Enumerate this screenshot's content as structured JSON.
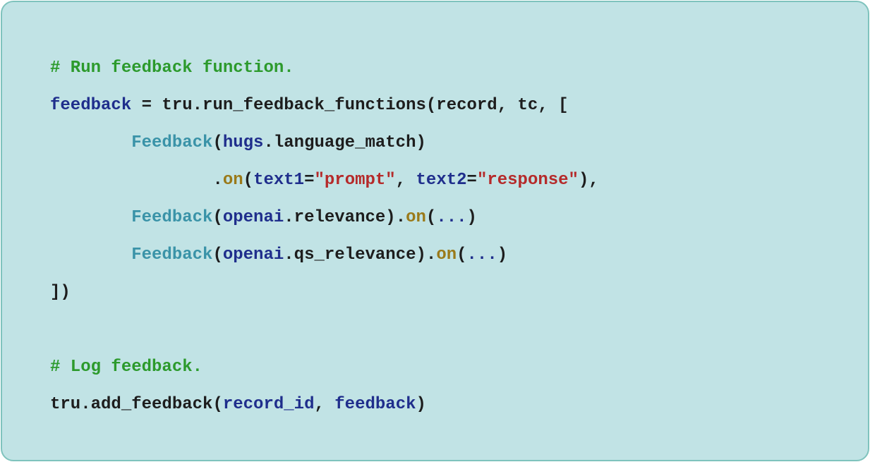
{
  "colors": {
    "panel_background": "#c1e3e5",
    "panel_border": "#7fc3bd",
    "comment": "#2c9a2c",
    "plain": "#1d1d1d",
    "variable": "#1f2e8c",
    "class": "#3a93a8",
    "string": "#b52a2a",
    "method": "#9a7a1a"
  },
  "code": {
    "lines": [
      {
        "tokens": [
          {
            "type": "comment",
            "text": "# Run feedback function."
          }
        ]
      },
      {
        "tokens": [
          {
            "type": "var",
            "text": "feedback"
          },
          {
            "type": "plain",
            "text": " = tru.run_feedback_functions(record, tc, ["
          }
        ]
      },
      {
        "tokens": [
          {
            "type": "plain",
            "text": "        "
          },
          {
            "type": "class",
            "text": "Feedback"
          },
          {
            "type": "plain",
            "text": "("
          },
          {
            "type": "var",
            "text": "hugs"
          },
          {
            "type": "plain",
            "text": ".language_match)"
          }
        ]
      },
      {
        "tokens": [
          {
            "type": "plain",
            "text": "                ."
          },
          {
            "type": "method",
            "text": "on"
          },
          {
            "type": "plain",
            "text": "("
          },
          {
            "type": "var",
            "text": "text1"
          },
          {
            "type": "plain",
            "text": "="
          },
          {
            "type": "string",
            "text": "\"prompt\""
          },
          {
            "type": "plain",
            "text": ", "
          },
          {
            "type": "var",
            "text": "text2"
          },
          {
            "type": "plain",
            "text": "="
          },
          {
            "type": "string",
            "text": "\"response\""
          },
          {
            "type": "plain",
            "text": "),"
          }
        ]
      },
      {
        "tokens": [
          {
            "type": "plain",
            "text": "        "
          },
          {
            "type": "class",
            "text": "Feedback"
          },
          {
            "type": "plain",
            "text": "("
          },
          {
            "type": "var",
            "text": "openai"
          },
          {
            "type": "plain",
            "text": ".relevance)."
          },
          {
            "type": "method",
            "text": "on"
          },
          {
            "type": "plain",
            "text": "("
          },
          {
            "type": "ellipsis",
            "text": "..."
          },
          {
            "type": "plain",
            "text": ")"
          }
        ]
      },
      {
        "tokens": [
          {
            "type": "plain",
            "text": "        "
          },
          {
            "type": "class",
            "text": "Feedback"
          },
          {
            "type": "plain",
            "text": "("
          },
          {
            "type": "var",
            "text": "openai"
          },
          {
            "type": "plain",
            "text": ".qs_relevance)."
          },
          {
            "type": "method",
            "text": "on"
          },
          {
            "type": "plain",
            "text": "("
          },
          {
            "type": "ellipsis",
            "text": "..."
          },
          {
            "type": "plain",
            "text": ")"
          }
        ]
      },
      {
        "tokens": [
          {
            "type": "plain",
            "text": "])"
          }
        ]
      },
      {
        "tokens": []
      },
      {
        "tokens": [
          {
            "type": "comment",
            "text": "# Log feedback."
          }
        ]
      },
      {
        "tokens": [
          {
            "type": "plain",
            "text": "tru.add_feedback("
          },
          {
            "type": "var",
            "text": "record_id"
          },
          {
            "type": "plain",
            "text": ", "
          },
          {
            "type": "var",
            "text": "feedback"
          },
          {
            "type": "plain",
            "text": ")"
          }
        ]
      }
    ]
  }
}
